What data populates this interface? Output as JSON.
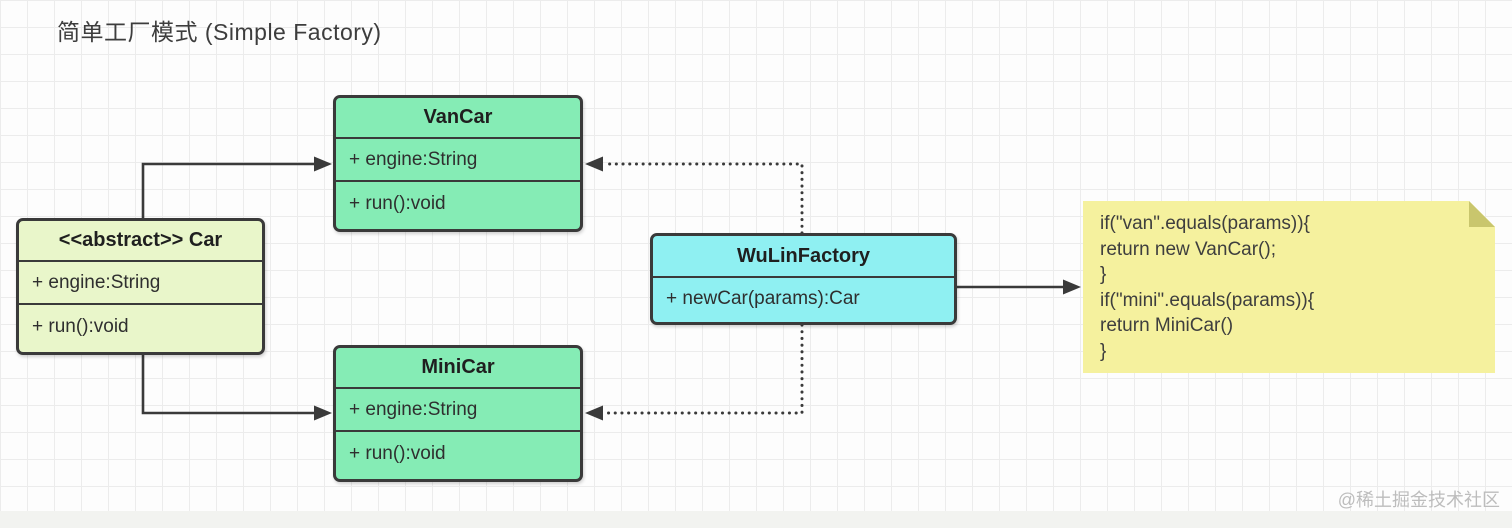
{
  "title": "简单工厂模式 (Simple Factory)",
  "watermark": "@稀土掘金技术社区",
  "colors": {
    "abstract_class_fill": "#e9f6ca",
    "concrete_class_fill": "#85ecb5",
    "factory_class_fill": "#8ff0f2",
    "note_fill": "#f5f19e",
    "note_fold": "#c9c66d",
    "stroke": "#3a3a3a",
    "grid_line": "#ececec",
    "watermark_color": "#bdbdbd"
  },
  "classes": {
    "car": {
      "title": "<<abstract>> Car",
      "members": [
        "+ engine:String",
        "+ run():void"
      ]
    },
    "van_car": {
      "title": "VanCar",
      "members": [
        "+ engine:String",
        "+ run():void"
      ]
    },
    "mini_car": {
      "title": "MiniCar",
      "members": [
        "+ engine:String",
        "+ run():void"
      ]
    },
    "factory": {
      "title": "WuLinFactory",
      "members": [
        "+ newCar(params):Car"
      ]
    }
  },
  "note": {
    "lines": [
      "if(\"van\".equals(params)){",
      "return new VanCar();",
      "}",
      "if(\"mini\".equals(params)){",
      "return MiniCar()",
      "}"
    ]
  }
}
